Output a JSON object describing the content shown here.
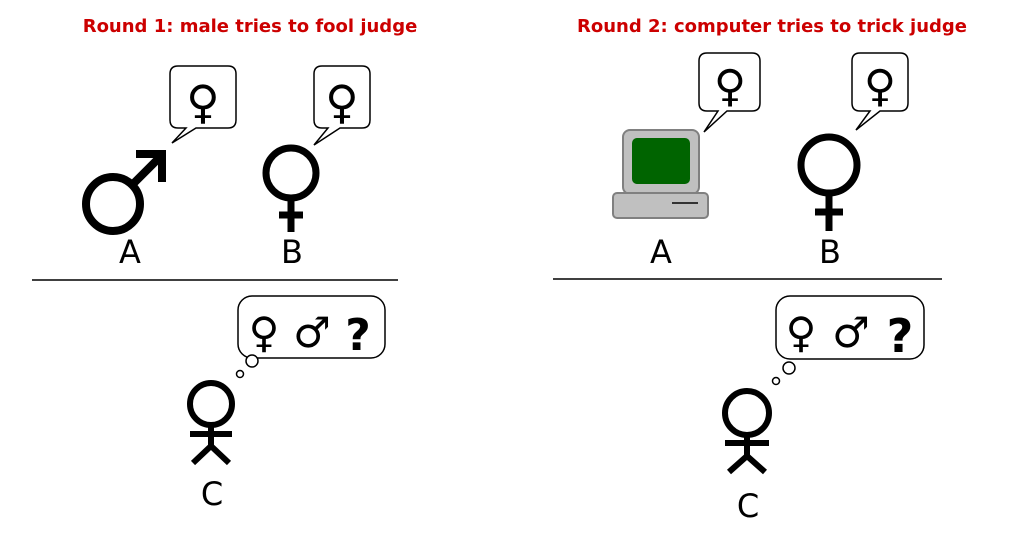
{
  "colors": {
    "title": "#cc0000",
    "screen": "#006400",
    "computer_body": "#c0c0c0",
    "computer_edge": "#808080"
  },
  "rounds": [
    {
      "title": "Round 1: male tries to fool judge",
      "participant_a": {
        "label": "A",
        "icon": "male-symbol-icon",
        "says": "♀"
      },
      "participant_b": {
        "label": "B",
        "icon": "female-symbol-icon",
        "says": "♀"
      },
      "judge": {
        "label": "C",
        "icon": "stick-figure-icon",
        "thinks": [
          "♀",
          "♂",
          "?"
        ]
      }
    },
    {
      "title": "Round 2: computer tries to trick judge",
      "participant_a": {
        "label": "A",
        "icon": "computer-icon",
        "says": "♀"
      },
      "participant_b": {
        "label": "B",
        "icon": "female-symbol-icon",
        "says": "♀"
      },
      "judge": {
        "label": "C",
        "icon": "stick-figure-icon",
        "thinks": [
          "♀",
          "♂",
          "?"
        ]
      }
    }
  ]
}
